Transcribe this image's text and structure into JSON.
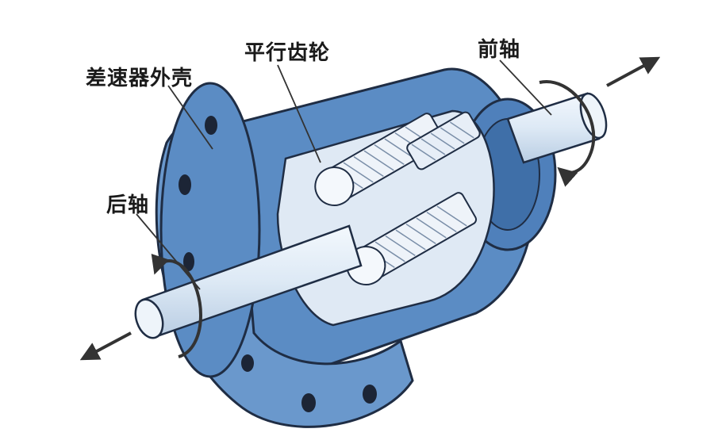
{
  "labels": {
    "housing": "差速器外壳",
    "parallel_gears": "平行齿轮",
    "front_axle": "前轴",
    "rear_axle": "后轴"
  },
  "colors": {
    "housing_fill": "#5b8cc4",
    "housing_dark": "#3f6fa8",
    "housing_light": "#7ba7d6",
    "shaft_fill": "#dde9f5",
    "outline": "#1f2d44",
    "arrow": "#333333",
    "hole": "#1c2536"
  },
  "icons": [
    "rotation-arrow-icon",
    "axial-arrow-icon"
  ]
}
